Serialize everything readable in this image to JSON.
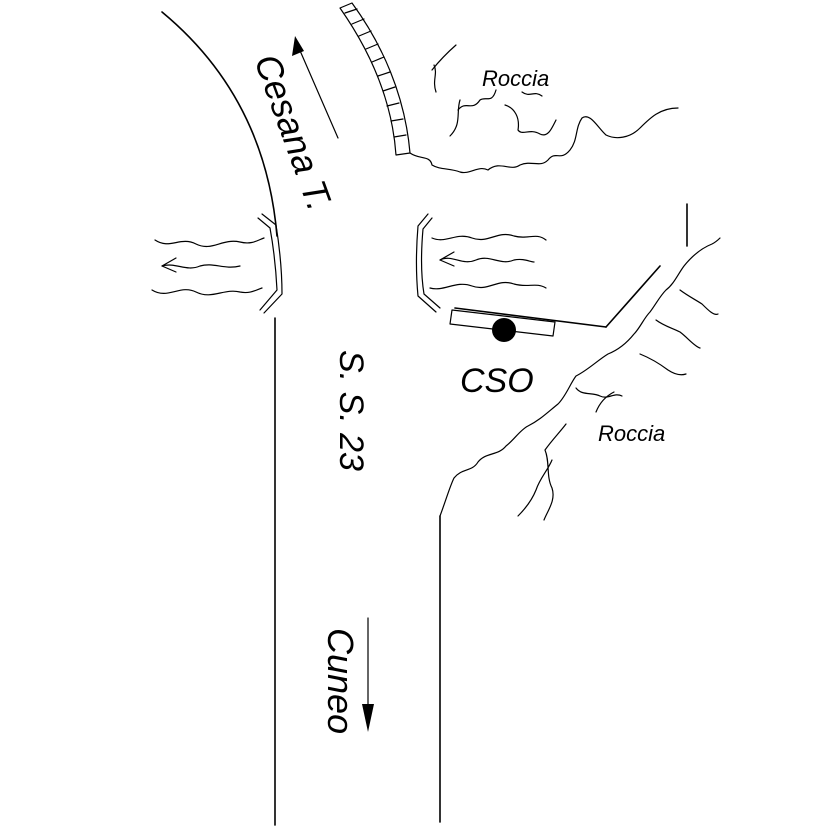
{
  "labels": {
    "direction_north": "Cesana T.",
    "road": "S. S. 23",
    "direction_south": "Cuneo",
    "station": "CSO",
    "rock_upper": "Roccia",
    "rock_lower": "Roccia"
  }
}
